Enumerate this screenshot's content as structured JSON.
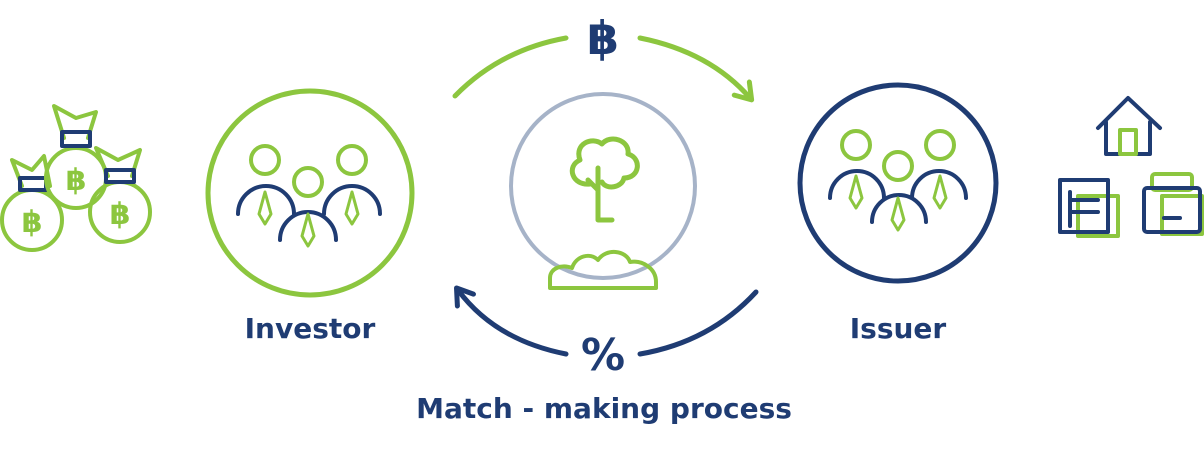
{
  "labels": {
    "investor": "Investor",
    "issuer": "Issuer",
    "process": "Match - making process"
  },
  "symbols": {
    "top": "฿",
    "bottom": "%",
    "bag": "฿"
  },
  "icons": [
    "money-bags-icon",
    "investor-group-icon",
    "tree-growth-icon",
    "issuer-group-icon",
    "assets-icon"
  ],
  "colors": {
    "green": "#8cc63f",
    "navy": "#1f3c73",
    "grey": "#a6b3c8"
  }
}
